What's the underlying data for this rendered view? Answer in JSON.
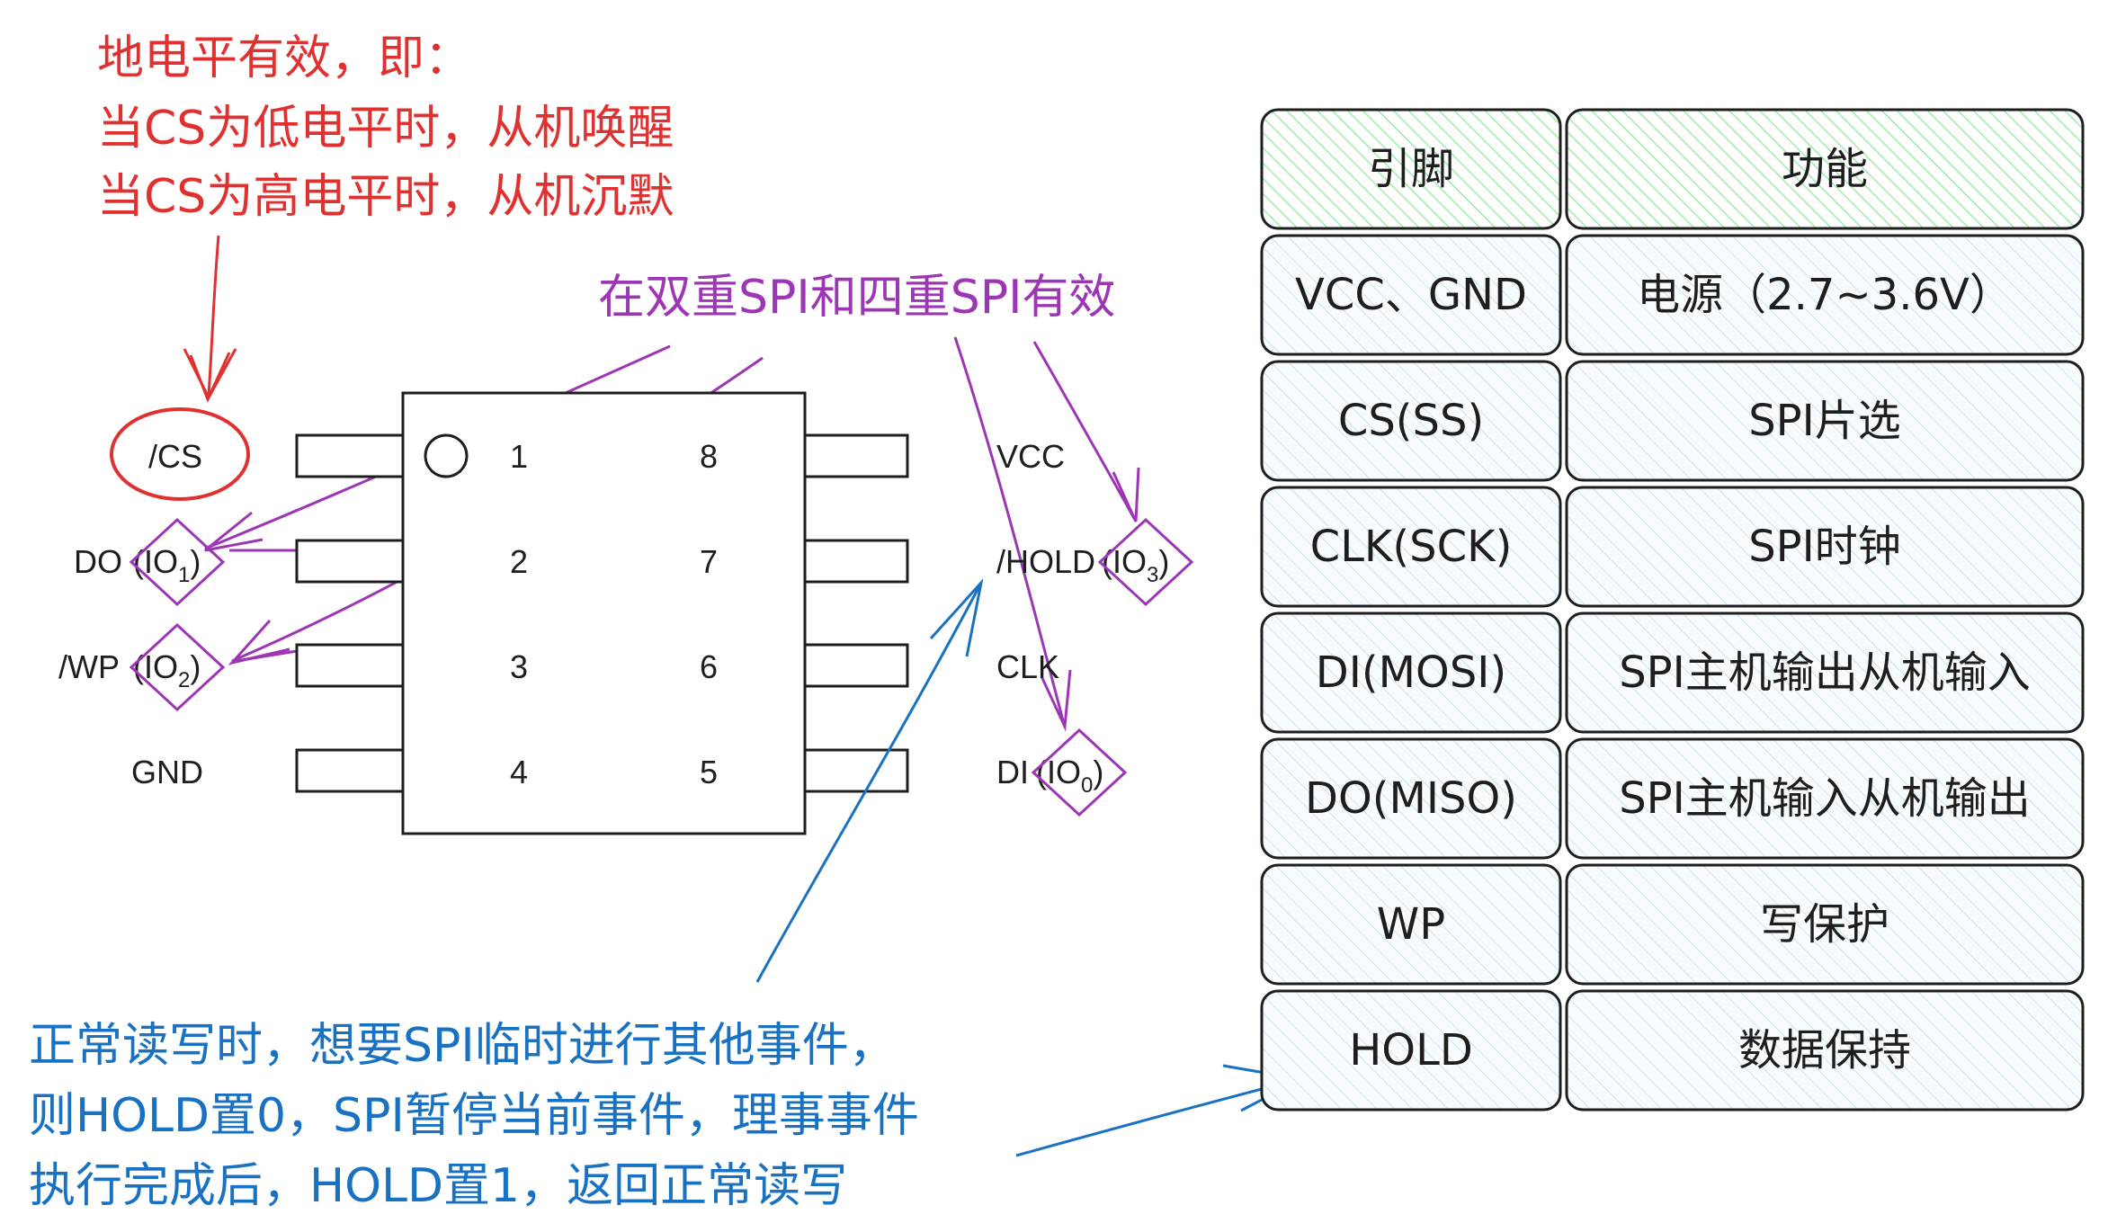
{
  "annotations": {
    "cs_note": [
      "地电平有效，即：",
      "当CS为低电平时，从机唤醒",
      "当CS为高电平时，从机沉默"
    ],
    "io_note": "在双重SPI和四重SPI有效",
    "hold_note": [
      "正常读写时，想要SPI临时进行其他事件，",
      "则HOLD置0，SPI暂停当前事件，理事事件",
      "执行完成后，HOLD置1，返回正常读写"
    ]
  },
  "chip": {
    "left_labels": [
      {
        "name": "/CS",
        "io": ""
      },
      {
        "name": "DO",
        "io": "1"
      },
      {
        "name": "/WP",
        "io": "2"
      },
      {
        "name": "GND",
        "io": ""
      }
    ],
    "right_labels": [
      {
        "name": "VCC",
        "io": ""
      },
      {
        "name": "/HOLD",
        "io": "3"
      },
      {
        "name": "CLK",
        "io": ""
      },
      {
        "name": "DI",
        "io": "0"
      }
    ],
    "left_numbers": [
      "1",
      "2",
      "3",
      "4"
    ],
    "right_numbers": [
      "8",
      "7",
      "6",
      "5"
    ],
    "io_prefix": "IO"
  },
  "table": {
    "headers": [
      "引脚",
      "功能"
    ],
    "rows": [
      [
        "VCC、GND",
        "电源（2.7~3.6V）"
      ],
      [
        "CS(SS)",
        "SPI片选"
      ],
      [
        "CLK(SCK)",
        "SPI时钟"
      ],
      [
        "DI(MOSI)",
        "SPI主机输出从机输入"
      ],
      [
        "DO(MISO)",
        "SPI主机输入从机输出"
      ],
      [
        "WP",
        "写保护"
      ],
      [
        "HOLD",
        "数据保持"
      ]
    ]
  },
  "colors": {
    "red": "#e03131",
    "purple": "#9c36b5",
    "blue": "#1971c2",
    "ink": "#1e1e1e",
    "header_fill": "#b2f2bb",
    "cell_fill": "#a5d8ff"
  }
}
